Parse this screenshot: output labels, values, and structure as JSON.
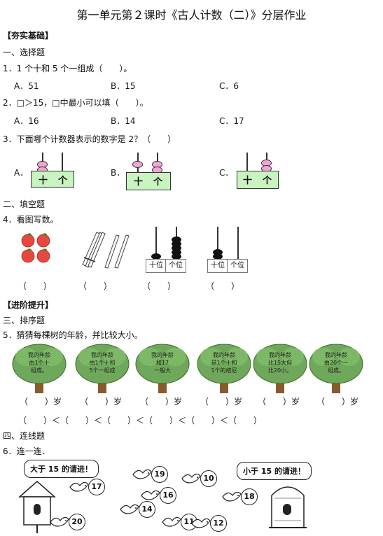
{
  "title": "第一单元第２课时《古人计数（二）》分层作业",
  "basic": {
    "heading": "【夯实基础】",
    "part1": "一、选择题",
    "q1": "1．1 个十和 5 个一组成（　　）。",
    "q1_opts": [
      "A．51",
      "B．15",
      "C．6"
    ],
    "q2": "2．□＞15，□中最小可以填（　　）。",
    "q2_opts": [
      "A．16",
      "B．14",
      "C．17"
    ],
    "q3": "3．下面哪个计数器表示的数字是 2？（　　）",
    "q3_labels": [
      "A．",
      "B．",
      "C．"
    ],
    "abacus_ten": "十",
    "abacus_one": "个",
    "part2": "二、填空题",
    "q4": "4．看图写数。",
    "place_ten": "十位",
    "place_one": "个位",
    "paren": "（　　）"
  },
  "advanced": {
    "heading": "【进阶提升】",
    "part3": "三、排序题",
    "q5": "5．猜猜每棵树的年龄，并比较大小。",
    "trees": [
      {
        "lines": [
          "我的年龄",
          "由1个十",
          "组成。"
        ]
      },
      {
        "lines": [
          "我的年龄",
          "由1个十和",
          "5个一组成"
        ]
      },
      {
        "lines": [
          "我的年龄",
          "和17",
          "一般大"
        ]
      },
      {
        "lines": [
          "我的年龄",
          "是1个十和",
          "1个的结尼"
        ]
      },
      {
        "lines": [
          "我的年龄",
          "比15大但",
          "比20小。"
        ]
      },
      {
        "lines": [
          "我的年龄",
          "由20个一",
          "组成。"
        ]
      }
    ],
    "age_blank": "（　　）岁",
    "order_line": "（　　）＜（　　）＜（　　）＜（　　）＜（　　）＜（　　）",
    "part4": "四、连线题",
    "q6": "6．连一连．",
    "left_bubble": "大于 15 的请进！",
    "right_bubble": "小于 15 的请进！",
    "numbers": [
      "19",
      "10",
      "17",
      "16",
      "18",
      "14",
      "20",
      "11",
      "12"
    ]
  }
}
